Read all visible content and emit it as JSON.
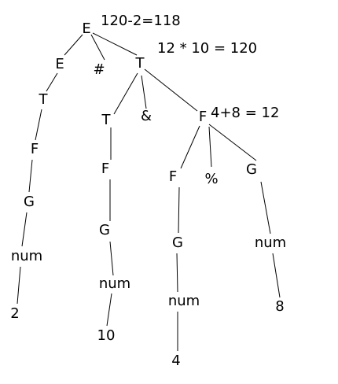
{
  "tree": {
    "nodes": {
      "root_E": "E",
      "E1": "E",
      "hash": "#",
      "T_top": "T",
      "T_left": "T",
      "F_under_E": "F",
      "G_under_E": "G",
      "num_under_E": "num",
      "val_2": "2",
      "amp": "&",
      "F_right": "F",
      "F_under_T": "F",
      "G_under_T": "G",
      "num_under_T": "num",
      "val_10": "10",
      "F_inner": "F",
      "percent": "%",
      "G_right": "G",
      "G_inner": "G",
      "num_inner": "num",
      "val_4": "4",
      "num_right": "num",
      "val_8": "8"
    },
    "annotations": {
      "root": "120-2=118",
      "t_top": "12 * 10 = 120",
      "f_right": "4+8 = 12"
    }
  },
  "colors": {
    "text": "#000000",
    "edge": "#000000",
    "background": "#ffffff"
  }
}
